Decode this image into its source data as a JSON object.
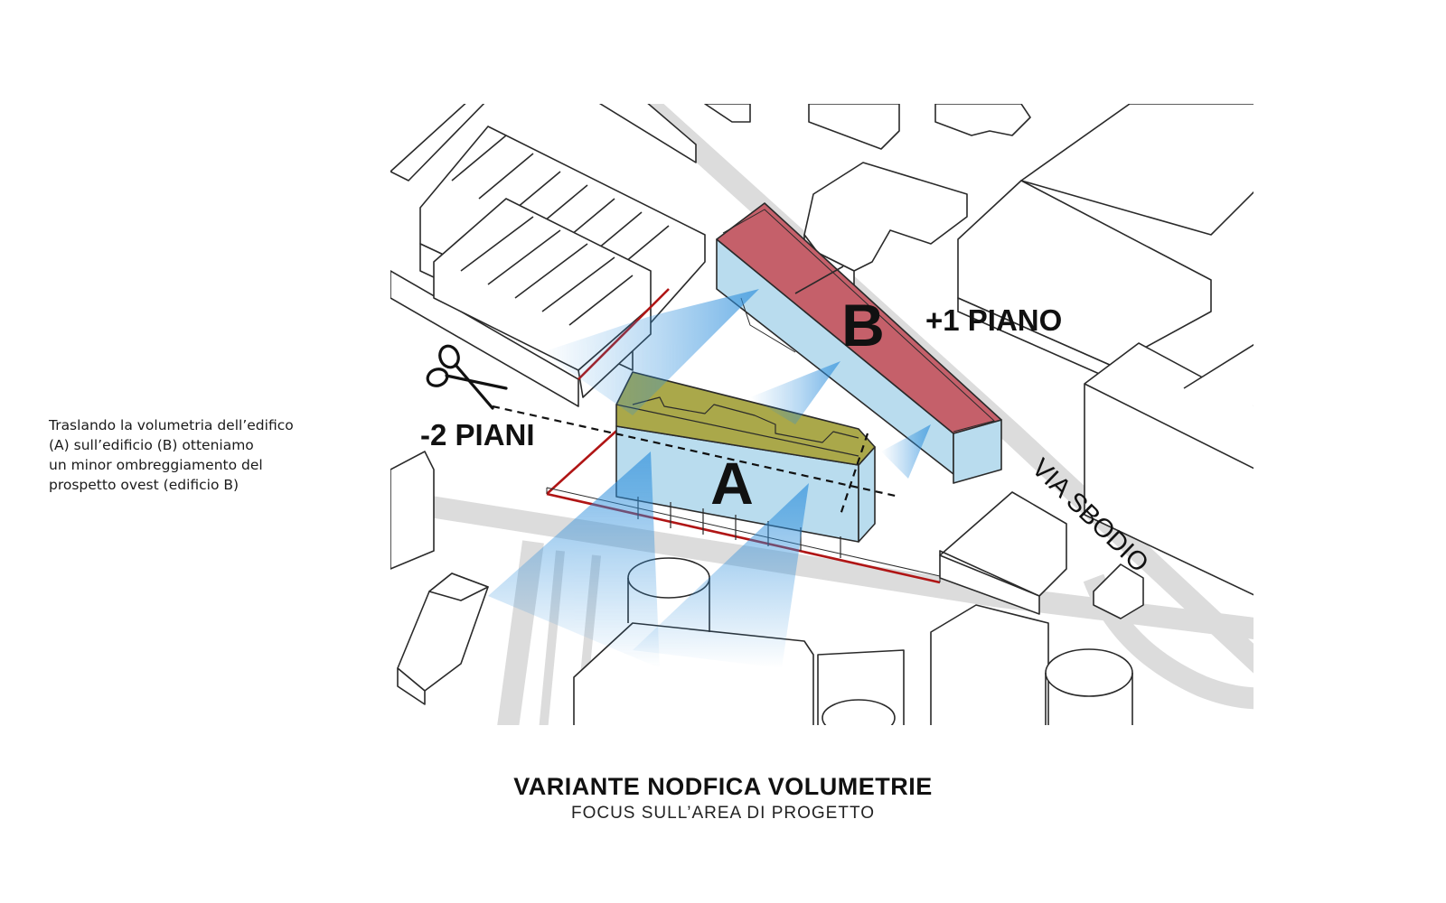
{
  "labels": {
    "building_a": "A",
    "building_b": "B",
    "minus_floors": "-2 PIANI",
    "plus_floor": "+1 PIANO",
    "street": "VIA SBODIO"
  },
  "note_lines": [
    "Traslando la volumetria dell’edifico",
    "(A) sull’edificio (B) otteniamo",
    "un minor ombreggiamento del",
    "prospetto ovest (edificio B)"
  ],
  "caption": {
    "title": "VARIANTE NODFICA VOLUMETRIE",
    "subtitle": "FOCUS SULL’AREA DI PROGETTO"
  },
  "icons": [
    "scissors-icon"
  ],
  "colors": {
    "building_a_roof": "#aaa84a",
    "building_b_roof": "#c5606a",
    "facade_blue": "#b9dcee",
    "light_rays": "#2e8fdc",
    "site_boundary": "#b01515",
    "street": "#dcdcdc"
  }
}
